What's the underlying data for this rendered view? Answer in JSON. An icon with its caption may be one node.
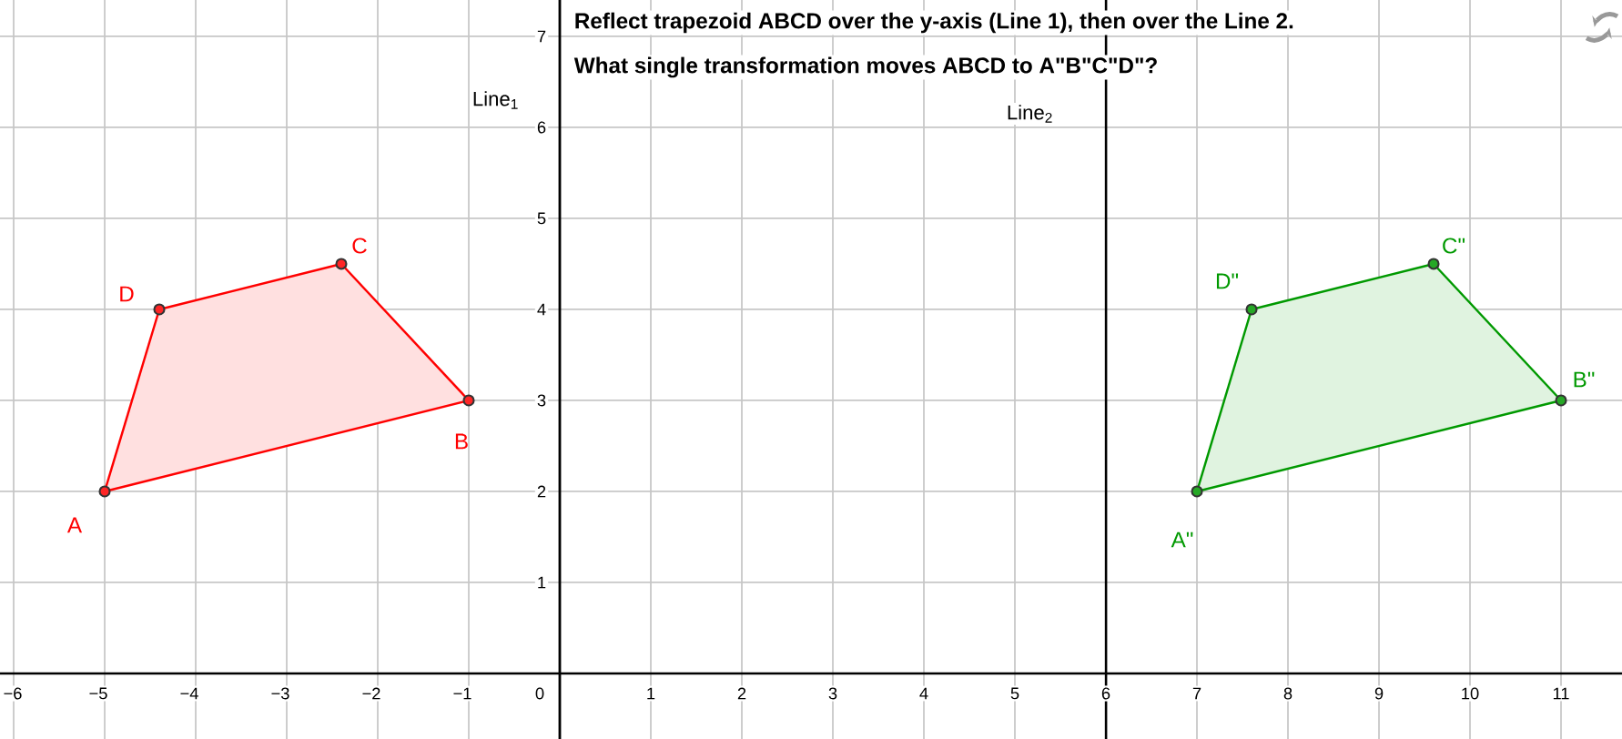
{
  "diagram": {
    "nodes": [
      {
        "text": [],
        "shape": "circle",
        "beside": [
          "A"
        ]
      },
      {
        "text": [],
        "shape": "circle",
        "beside": [
          "B"
        ]
      },
      {
        "text": [],
        "shape": "circle",
        "beside": [
          "C"
        ]
      },
      {
        "text": [],
        "shape": "circle",
        "beside": [
          "D"
        ]
      },
      {
        "text": [],
        "shape": "circle",
        "beside": [
          "A\""
        ]
      },
      {
        "text": [],
        "shape": "circle",
        "beside": [
          "B\""
        ]
      },
      {
        "text": [],
        "shape": "circle",
        "beside": [
          "C\""
        ]
      },
      {
        "text": [],
        "shape": "circle",
        "beside": [
          "D\""
        ]
      }
    ],
    "edges": [
      {
        "from": 0,
        "to": 1,
        "arrow": "none",
        "color": "#ff0000"
      },
      {
        "from": 1,
        "to": 2,
        "arrow": "none",
        "color": "#ff0000"
      },
      {
        "from": 2,
        "to": 3,
        "arrow": "none",
        "color": "#ff0000"
      },
      {
        "from": 3,
        "to": 0,
        "arrow": "none",
        "color": "#ff0000"
      },
      {
        "from": 4,
        "to": 5,
        "arrow": "none",
        "color": "#009900"
      },
      {
        "from": 5,
        "to": 6,
        "arrow": "none",
        "color": "#009900"
      },
      {
        "from": 6,
        "to": 7,
        "arrow": "none",
        "color": "#009900"
      },
      {
        "from": 7,
        "to": 4,
        "arrow": "none",
        "color": "#009900"
      }
    ],
    "labels": [
      "Reflect trapezoid ABCD over the y-axis (Line 1), then over the Line 2.",
      "What single transformation moves ABCD to A\"B\"C\"D\"?",
      "Line$_{1}$",
      "Line$_{2}$",
      "7",
      "6",
      "5",
      "4",
      "3",
      "2",
      "1",
      "−6",
      "−5",
      "−4",
      "−3",
      "−2",
      "−1",
      "0",
      "1",
      "2",
      "3",
      "4",
      "5",
      "6",
      "7",
      "8",
      "9",
      "10",
      "11"
    ]
  }
}
